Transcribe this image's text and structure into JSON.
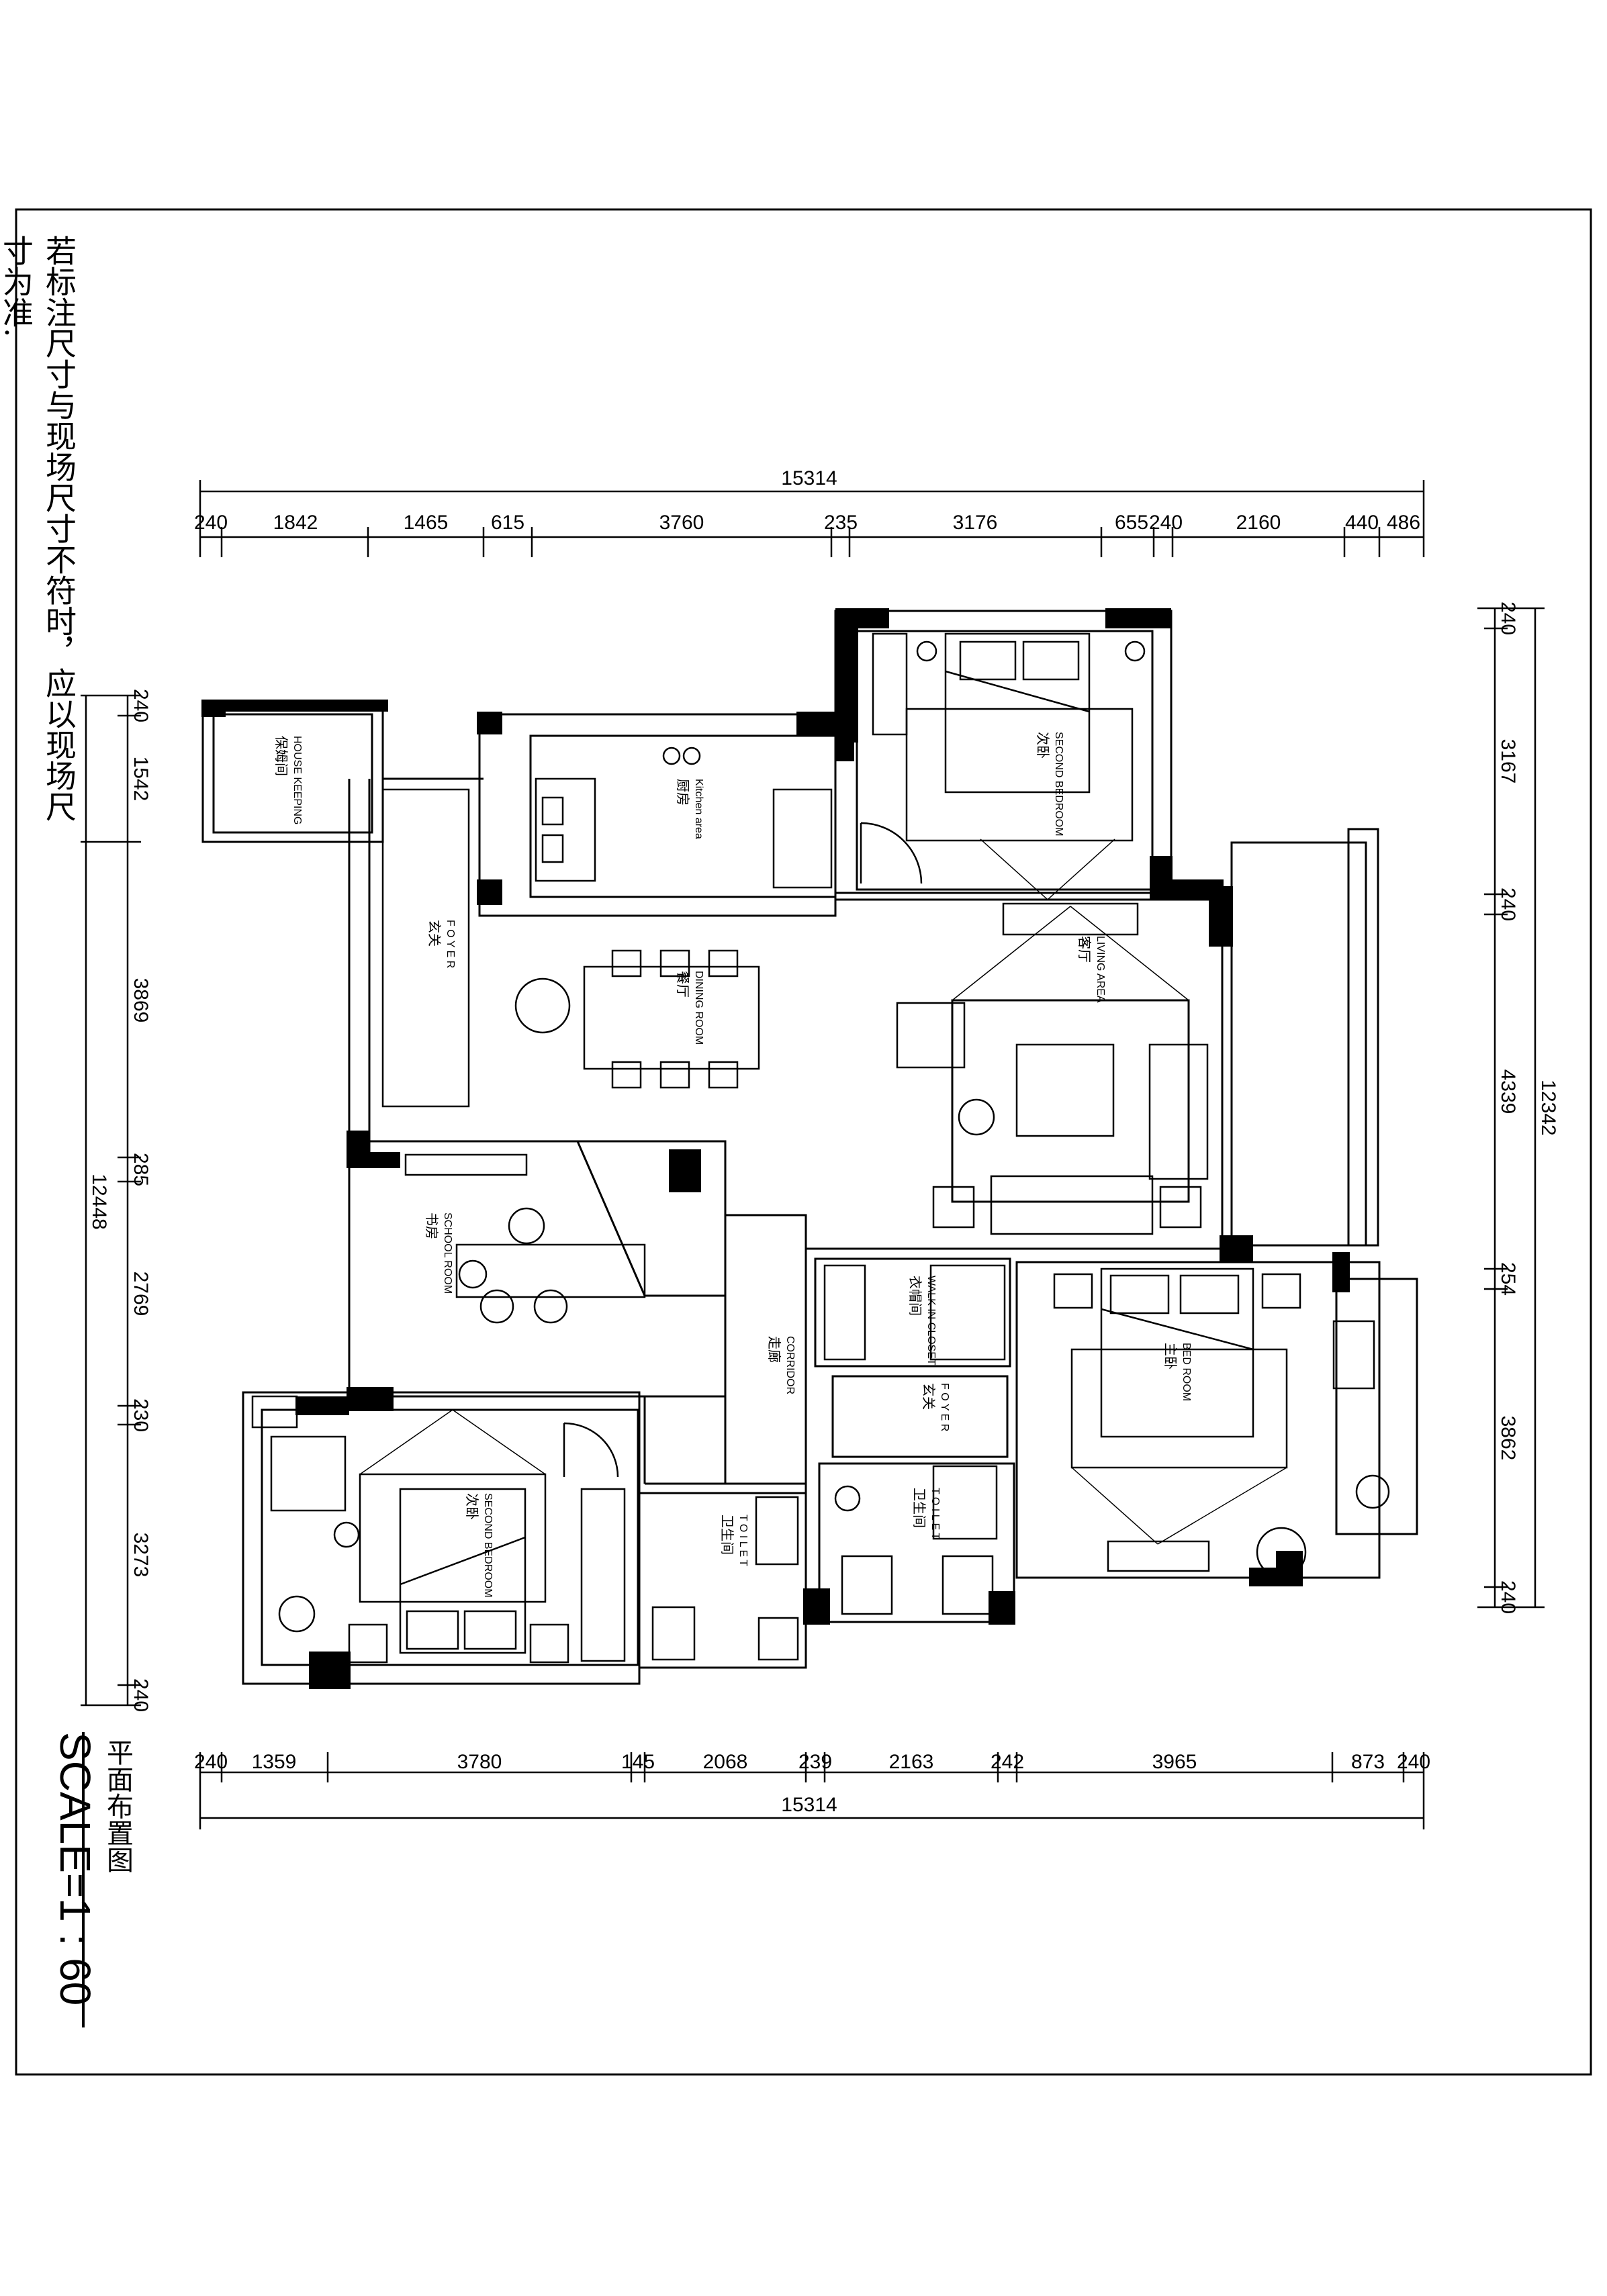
{
  "note": "若标注尺寸与现场尺寸不符时，应以现场尺寸为准.",
  "title": {
    "name": "平面布置图",
    "scale": "SCALE=1 : 60"
  },
  "dimensions": {
    "top_total": "15314",
    "top_segments": [
      "240",
      "1842",
      "1465",
      "615",
      "3760",
      "235",
      "3176",
      "655",
      "240",
      "2160",
      "440",
      "486"
    ],
    "bottom_total": "15314",
    "bottom_segments": [
      "240",
      "1359",
      "3780",
      "145",
      "2068",
      "239",
      "2163",
      "242",
      "3965",
      "873",
      "240"
    ],
    "left_total": "12448",
    "left_segments": [
      "240",
      "1542",
      "3869",
      "285",
      "2769",
      "230",
      "3273",
      "240"
    ],
    "right_total": "12342",
    "right_segments": [
      "240",
      "3167",
      "240",
      "4339",
      "254",
      "3862",
      "240"
    ]
  },
  "rooms": [
    {
      "zh": "保姆间",
      "en": "HOUSE KEEPING"
    },
    {
      "zh": "厨房",
      "en": "Kitchen area"
    },
    {
      "zh": "次卧",
      "en": "SECOND BEDROOM"
    },
    {
      "zh": "玄关",
      "en": "F O Y E R"
    },
    {
      "zh": "餐厅",
      "en": "DINING ROOM"
    },
    {
      "zh": "客厅",
      "en": "LIVING AREA"
    },
    {
      "zh": "书房",
      "en": "SCHOOL ROOM"
    },
    {
      "zh": "走廊",
      "en": "CORRIDOR"
    },
    {
      "zh": "衣帽间",
      "en": "WALK IN CLOSET"
    },
    {
      "zh": "主卧",
      "en": "BED ROOM"
    },
    {
      "zh": "玄关",
      "en": "F O Y E R"
    },
    {
      "zh": "卫生间",
      "en": "T O I L E T"
    },
    {
      "zh": "卫生间",
      "en": "T O I L E T"
    },
    {
      "zh": "次卧",
      "en": "SECOND BEDROOM"
    }
  ]
}
